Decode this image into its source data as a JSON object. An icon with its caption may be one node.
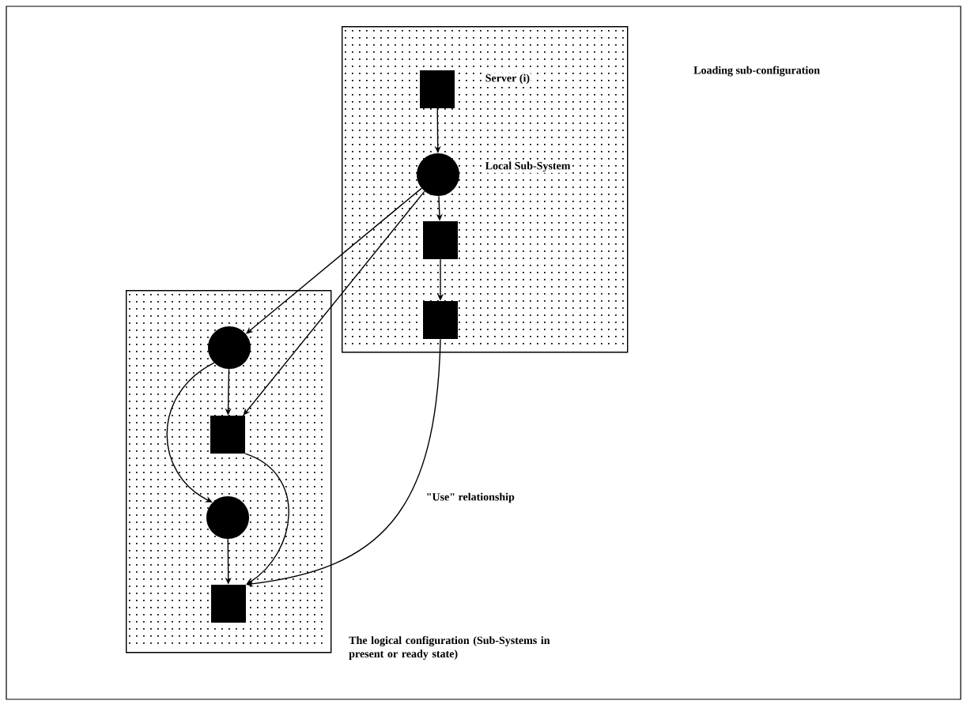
{
  "diagram": {
    "nodes": [
      {
        "text": [],
        "shape": "box"
      },
      {
        "text": [],
        "shape": "box",
        "in": 0,
        "beside": [
          "Server (i)"
        ]
      },
      {
        "text": [],
        "shape": "circle",
        "in": 0,
        "beside": [
          "Local Sub-System"
        ]
      },
      {
        "text": [],
        "shape": "box",
        "in": 0
      },
      {
        "text": [],
        "shape": "box",
        "in": 0
      },
      {
        "text": [
          "The logical configuration (Sub-Systems in present or ready state)"
        ]
      },
      {
        "text": [],
        "shape": "circle",
        "in": 5
      },
      {
        "text": [],
        "shape": "box",
        "in": 5
      },
      {
        "text": [],
        "shape": "circle",
        "in": 5
      },
      {
        "text": [],
        "shape": "box",
        "in": 5
      }
    ],
    "edges": [
      {
        "from": 1,
        "to": 2,
        "arrow": "to"
      },
      {
        "from": 2,
        "to": 3,
        "arrow": "to"
      },
      {
        "from": 3,
        "to": 4,
        "arrow": "to"
      },
      {
        "from": 2,
        "to": 6,
        "arrow": "to"
      },
      {
        "from": 2,
        "to": 7,
        "arrow": "to"
      },
      {
        "from": 6,
        "to": 7,
        "arrow": "to"
      },
      {
        "from": 6,
        "to": 8,
        "arrow": "to"
      },
      {
        "from": 7,
        "to": 9,
        "arrow": "to"
      },
      {
        "from": 8,
        "to": 9,
        "arrow": "to"
      },
      {
        "from": 4,
        "to": 9,
        "arrow": "to",
        "label": "\"Use\" relationship"
      }
    ],
    "labels": [
      "Loading sub-configuration"
    ]
  }
}
